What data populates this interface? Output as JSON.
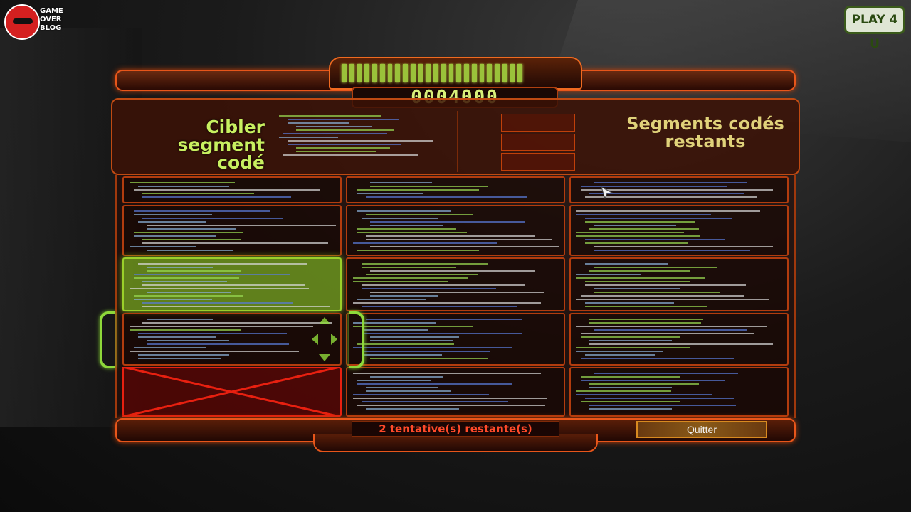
{
  "logos": {
    "gameoverblog": "GAME OVER BLOG",
    "play4u": "PLAY 4 U"
  },
  "hud": {
    "score": "0004000",
    "progress_fraction": 1.0,
    "target_title": "Cibler segment codé",
    "remaining_title": "Segments codés restants",
    "attempts_text": "2 tentative(s) restante(s)",
    "quit_label": "Quitter"
  },
  "grid": {
    "columns": 3,
    "rows": 5,
    "selected_column": 1,
    "selected_row": 4,
    "highlighted_row": 3,
    "failed_row": 5
  },
  "icons": {
    "dpad": "dpad-arrows-icon",
    "cursor": "mouse-pointer-icon"
  },
  "colors": {
    "frame": "#e8561a",
    "selector": "#8ed83a",
    "score": "#d8f07a",
    "attempts": "#ff4a2a",
    "highlight": "#9ad02a"
  }
}
